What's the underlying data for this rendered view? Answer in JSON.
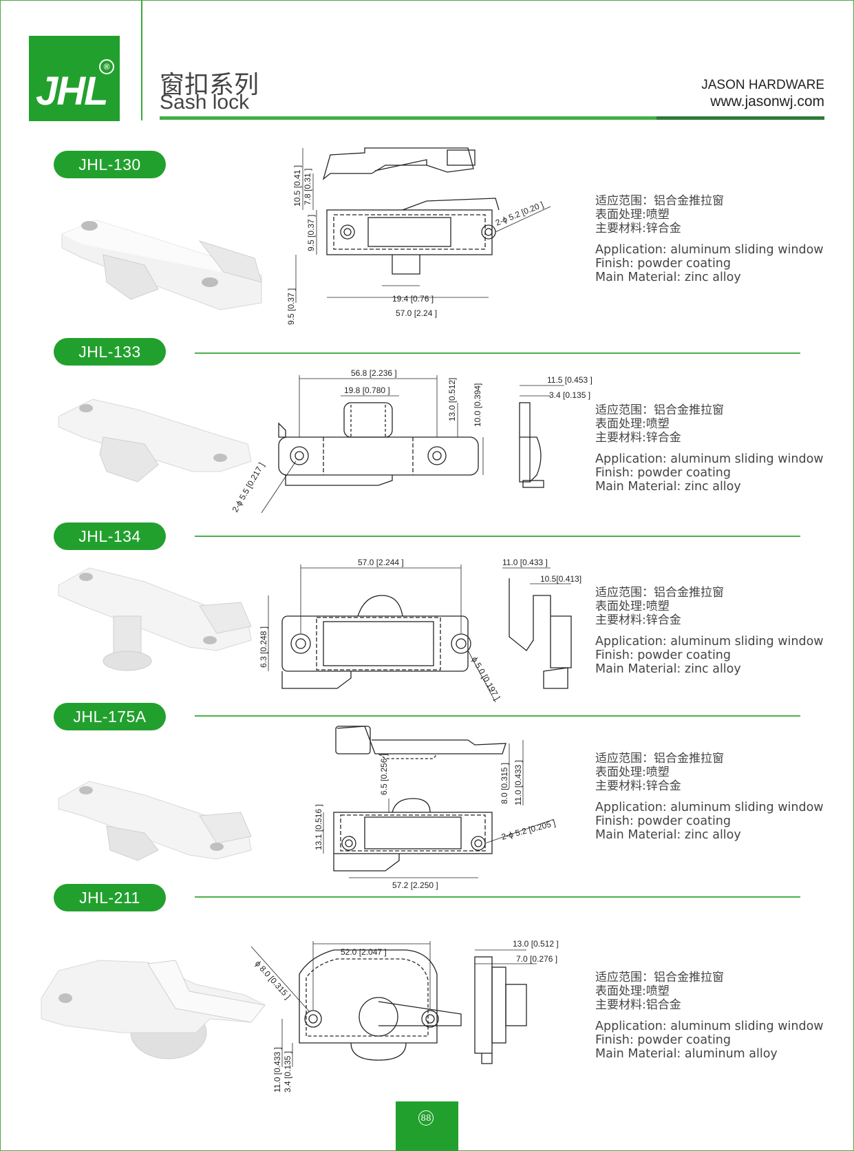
{
  "header": {
    "logo_text": "JHL",
    "logo_reg": "®",
    "title_cn": "窗扣系列",
    "title_en": "Sash lock",
    "brand_name": "JASON HARDWARE",
    "brand_url": "www.jasonwj.com"
  },
  "colors": {
    "green": "#22a02e",
    "line_green": "#3eb144",
    "dark_green": "#2f7a39"
  },
  "products": [
    {
      "model": "JHL-130",
      "desc_cn": [
        "适应范围：铝合金推拉窗",
        "表面处理:喷塑",
        "主要材料:锌合金"
      ],
      "desc_en": [
        "Application: aluminum sliding window",
        "Finish: powder coating",
        "Main Material: zinc alloy"
      ],
      "dims": [
        "10.5 [0.41 ]",
        "7.8 [0.31 ]",
        "9.5 [0.37 ]",
        "2-ϕ 5.2 [0.20 ]",
        "9.5 [0.37 ]",
        "19.4 [0.76 ]",
        "57.0 [2.24 ]"
      ]
    },
    {
      "model": "JHL-133",
      "desc_cn": [
        "适应范围：铝合金推拉窗",
        "表面处理:喷塑",
        "主要材料:锌合金"
      ],
      "desc_en": [
        "Application: aluminum sliding window",
        "Finish: powder coating",
        "Main Material: zinc alloy"
      ],
      "dims": [
        "56.8 [2.236 ]",
        "19.8 [0.780 ]",
        "13.0 [0.512]",
        "10.0 [0.394]",
        "11.5 [0.453 ]",
        "3.4 [0.135 ]",
        "2-ϕ 5.5 [0.217 ]"
      ]
    },
    {
      "model": "JHL-134",
      "desc_cn": [
        "适应范围：铝合金推拉窗",
        "表面处理:喷塑",
        "主要材料:锌合金"
      ],
      "desc_en": [
        "Application: aluminum sliding window",
        "Finish: powder coating",
        "Main Material: zinc alloy"
      ],
      "dims": [
        "57.0 [2.244 ]",
        "11.0 [0.433 ]",
        "10.5[0.413]",
        "6.3 [0.248 ]",
        "ϕ 5.0 [0.197 ]"
      ]
    },
    {
      "model": "JHL-175A",
      "desc_cn": [
        "适应范围：铝合金推拉窗",
        "表面处理:喷塑",
        "主要材料:锌合金"
      ],
      "desc_en": [
        "Application: aluminum sliding window",
        "Finish: powder coating",
        "Main Material: zinc alloy"
      ],
      "dims": [
        "8.0 [0.315 ]",
        "11.0 [0.433 ]",
        "6.5 [0.256 ]",
        "13.1 [0.516 ]",
        "2-ϕ 5.2 [0.205 ]",
        "57.2 [2.250 ]"
      ]
    },
    {
      "model": "JHL-211",
      "desc_cn": [
        "适应范围：铝合金推拉窗",
        "表面处理:喷塑",
        "主要材料:铝合金"
      ],
      "desc_en": [
        "Application: aluminum sliding window",
        "Finish: powder coating",
        "Main Material: aluminum alloy"
      ],
      "dims": [
        "52.0 [2.047 ]",
        "ϕ 8.0 [0.315 ]",
        "13.0 [0.512 ]",
        "7.0 [0.276 ]",
        "11.0 [0.433 ]",
        "3.4 [0.135 ]"
      ]
    }
  ],
  "footer": {
    "page_number": "88"
  }
}
